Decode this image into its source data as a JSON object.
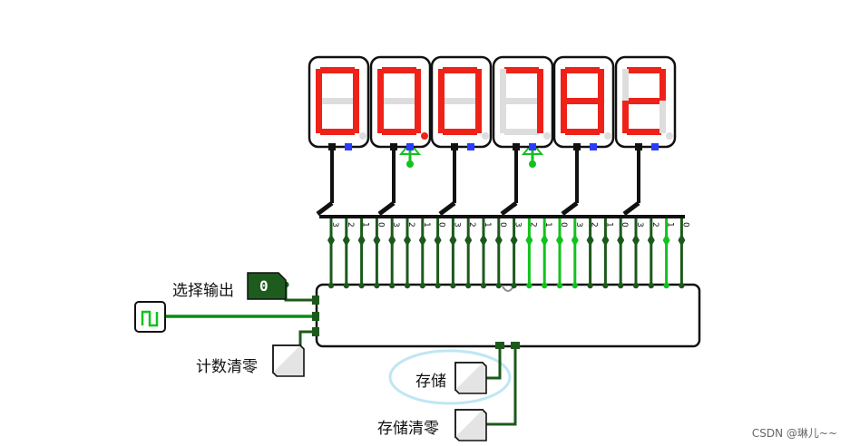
{
  "labels": {
    "select_output": "选择输出",
    "count_clear": "计数清零",
    "store": "存储",
    "store_clear": "存储清零"
  },
  "pin": {
    "value": "0"
  },
  "displays": [
    "0",
    "0",
    "0",
    "7",
    "8",
    "2"
  ],
  "display_dots": [
    false,
    true,
    false,
    false,
    false,
    false
  ],
  "bit_labels": [
    "3",
    "2",
    "1",
    "0",
    "3",
    "2",
    "1",
    "0",
    "3",
    "2",
    "1",
    "0",
    "3",
    "2",
    "1",
    "0",
    "3",
    "2",
    "1",
    "0",
    "3",
    "2",
    "1",
    "0"
  ],
  "bus_bits": [
    0,
    0,
    0,
    0,
    0,
    0,
    0,
    0,
    0,
    0,
    0,
    0,
    0,
    1,
    1,
    1,
    1,
    0,
    0,
    0,
    0,
    0,
    1,
    0
  ],
  "watermark": "CSDN @琳儿~~",
  "colors": {
    "segment_on": "#ee2218",
    "segment_off": "#dddddd",
    "wire_low": "#1c5a1c",
    "wire_high": "#12c21d",
    "wire_mid": "#0a8a14",
    "pin_fill": "#1e5c1e",
    "highlight": "#bfe6f4",
    "probe": "#2a3cff"
  }
}
